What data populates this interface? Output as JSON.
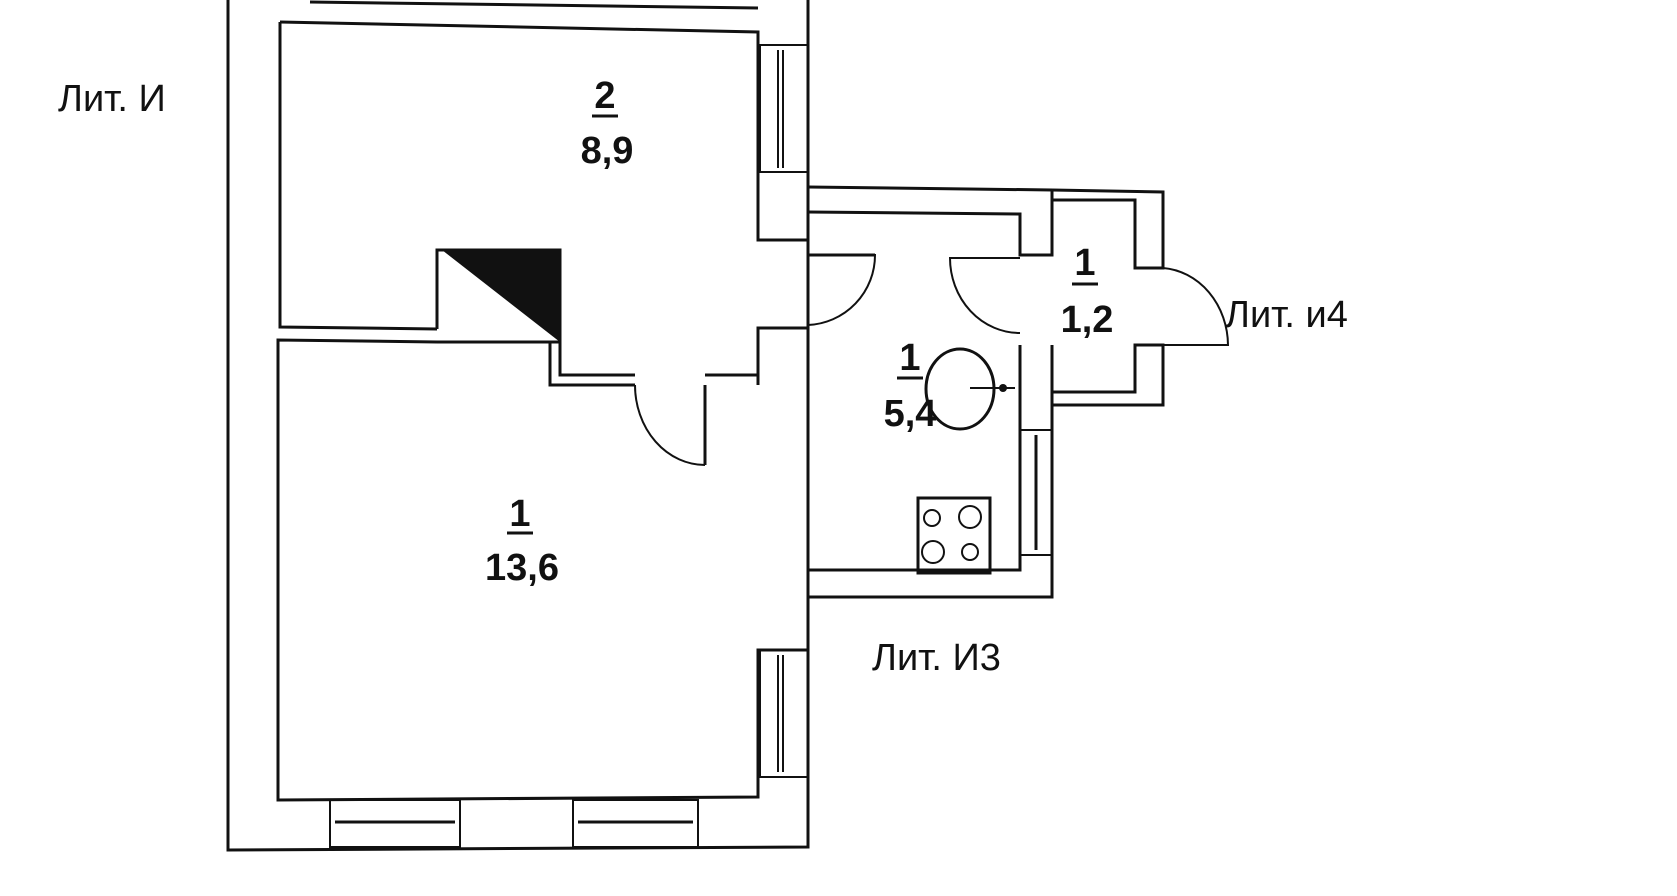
{
  "building_labels": {
    "main": "Лит. И",
    "extension": "Лит. И3",
    "vestibule": "Лит. и4"
  },
  "rooms": [
    {
      "number": "2",
      "area": "8,9"
    },
    {
      "number": "1",
      "area": "13,6"
    },
    {
      "number": "1",
      "area": "5,4"
    },
    {
      "number": "1",
      "area": "1,2"
    }
  ],
  "colors": {
    "line": "#111111",
    "background": "#ffffff"
  }
}
